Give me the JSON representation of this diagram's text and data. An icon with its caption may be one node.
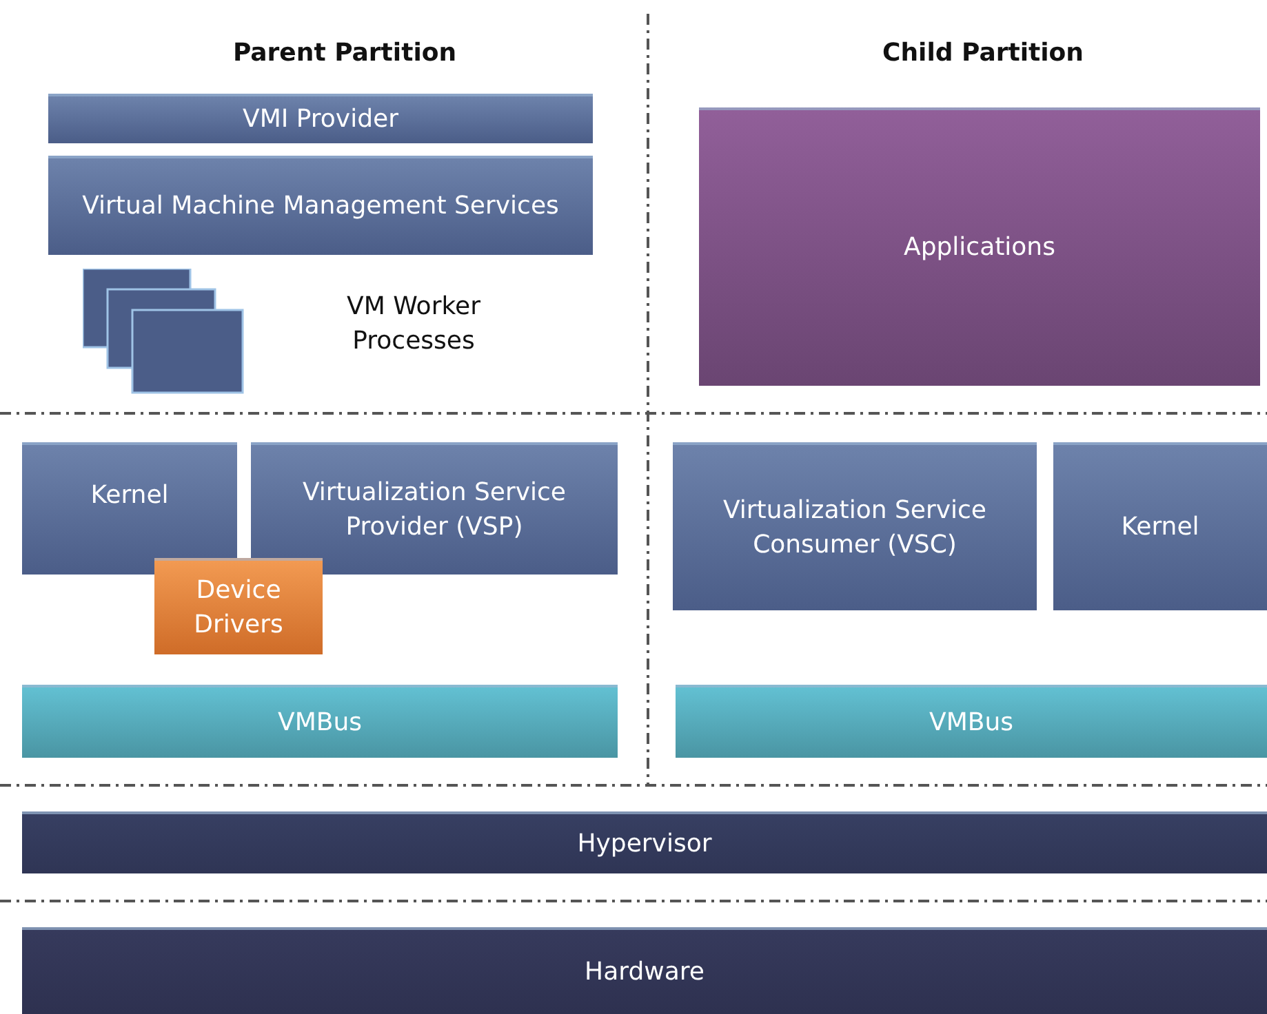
{
  "diagram": {
    "nodes": [
      {
        "text": [
          "VMI Provider"
        ]
      },
      {
        "text": [
          "Virtual Machine Management Services"
        ]
      },
      {
        "text": [],
        "shape": "box"
      },
      {
        "text": [
          "Applications"
        ]
      },
      {
        "text": [
          "Kernel"
        ]
      },
      {
        "text": [
          "Virtualization Service Provider (VSP)"
        ]
      },
      {
        "text": [
          "Device Drivers"
        ]
      },
      {
        "text": [
          "Virtualization Service Consumer (VSC)"
        ]
      },
      {
        "text": [
          "Kernel"
        ]
      },
      {
        "text": [
          "VMBus"
        ]
      },
      {
        "text": [
          "VMBus"
        ]
      },
      {
        "text": [
          "Hypervisor"
        ]
      },
      {
        "text": [
          "Hardware"
        ]
      }
    ],
    "labels": [
      "Parent Partition",
      "Child Partition",
      "VM Worker Processes"
    ]
  }
}
